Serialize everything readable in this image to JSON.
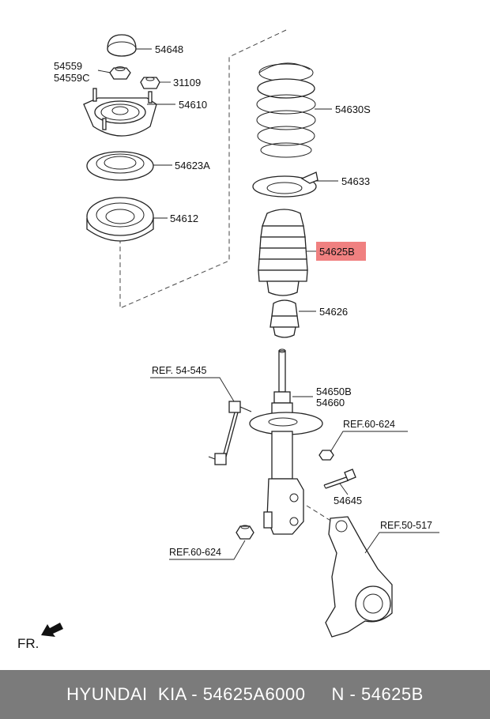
{
  "diagram": {
    "part_labels": {
      "p54648": "54648",
      "p54559": "54559",
      "p54559c": "54559C",
      "p31109": "31109",
      "p54610": "54610",
      "p54623a": "54623A",
      "p54612": "54612",
      "p54630s": "54630S",
      "p54633": "54633",
      "p54625b": "54625B",
      "p54626": "54626",
      "p54650b": "54650B",
      "p54660": "54660",
      "p54645": "54645"
    },
    "references": {
      "ref_54545": "REF. 54-545",
      "ref_60624_top": "REF.60-624",
      "ref_60624_bottom": "REF.60-624",
      "ref_50517": "REF.50-517"
    },
    "direction_label": "FR.",
    "highlight_color": "#f08080"
  },
  "footer": {
    "text": "HYUNDAI  KIA - 54625A6000     N - 54625B"
  }
}
